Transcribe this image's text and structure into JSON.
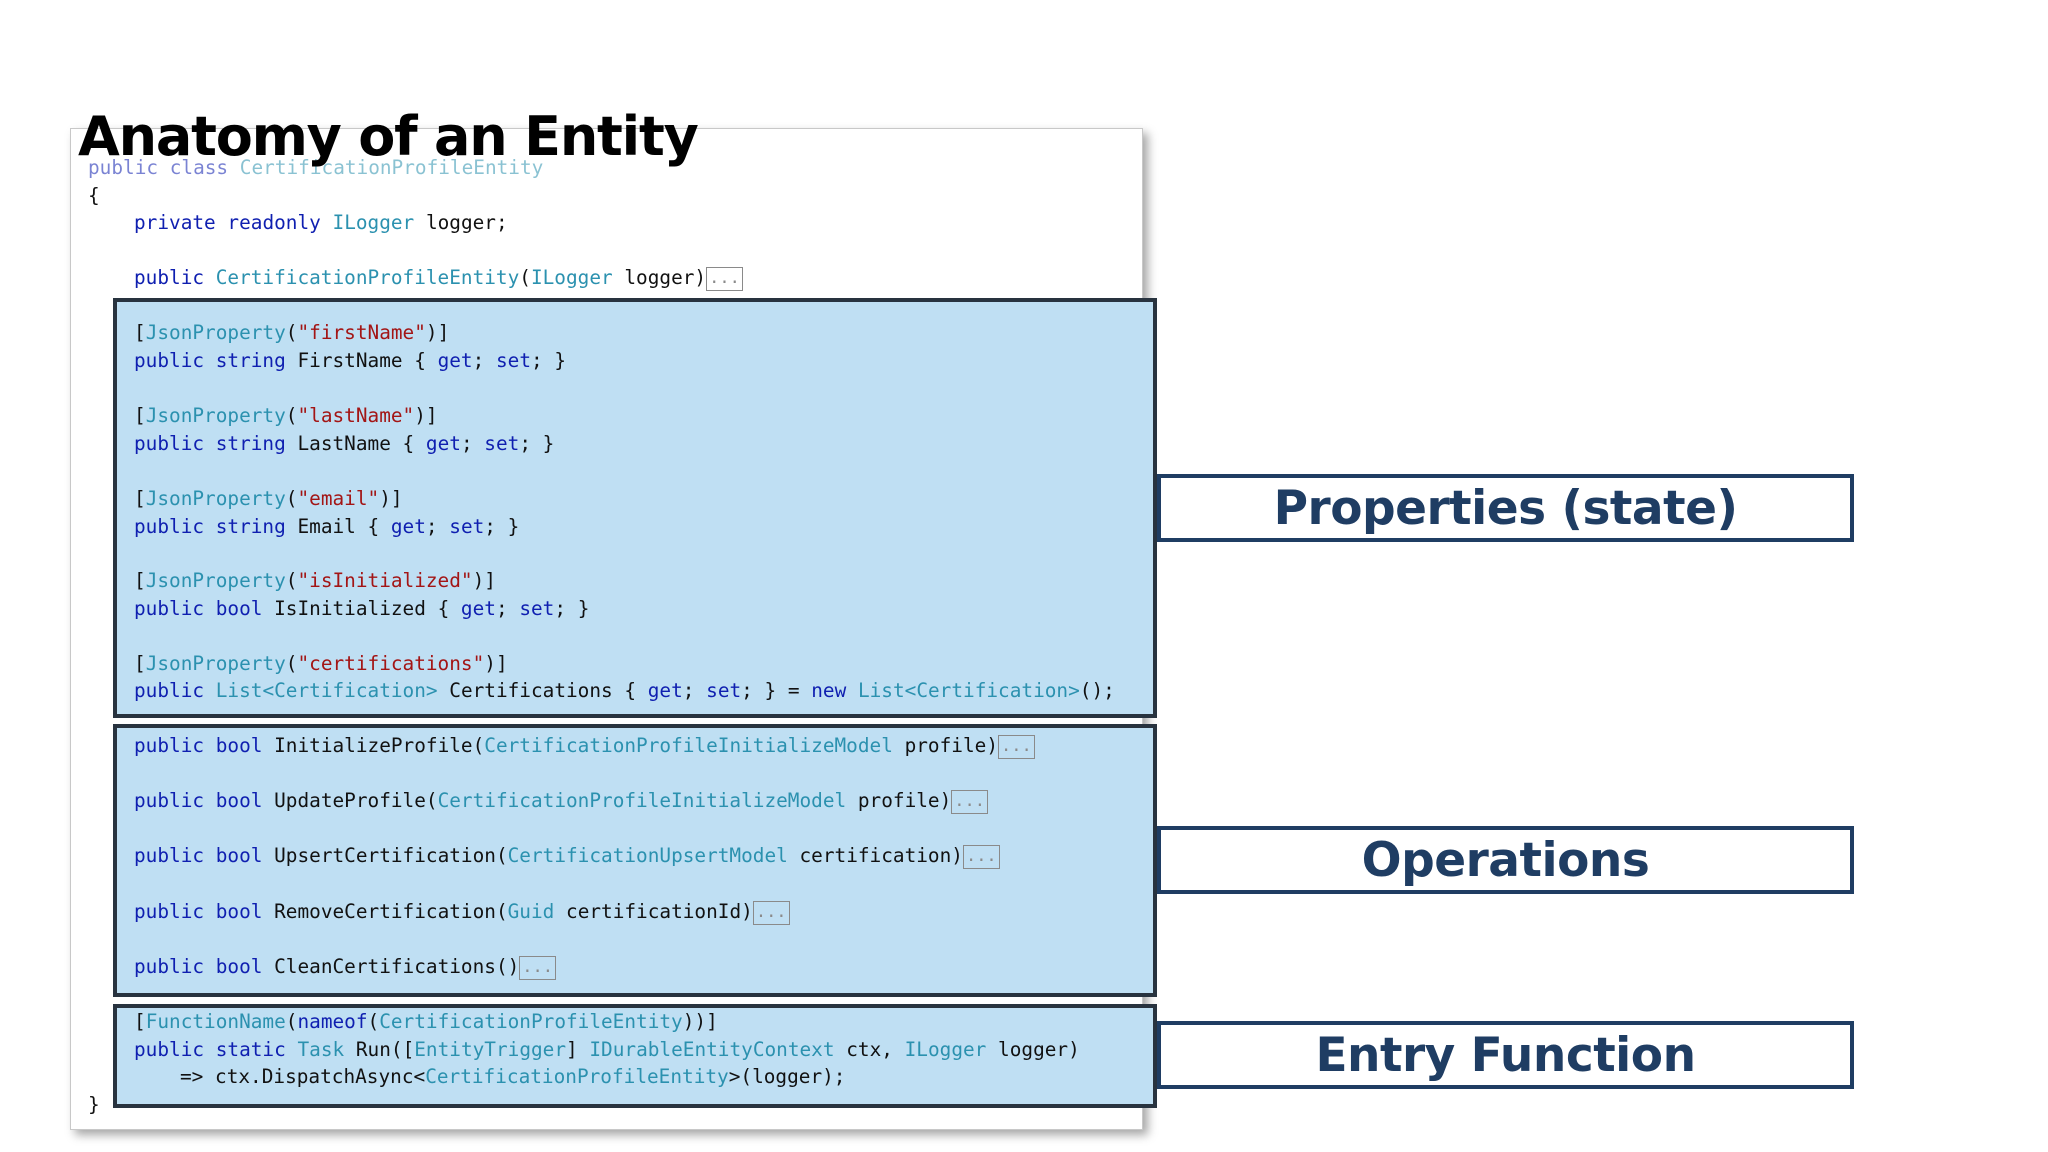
{
  "slide": {
    "title": "Anatomy of an Entity",
    "labels": {
      "properties": "Properties (state)",
      "operations": "Operations",
      "entry": "Entry Function"
    }
  },
  "code": {
    "fold_marker": "...",
    "keywords": {
      "public": "public",
      "class": "class",
      "private": "private",
      "readonly": "readonly",
      "string": "string",
      "bool": "bool",
      "get": "get",
      "set": "set",
      "new": "new",
      "static": "static",
      "nameof": "nameof"
    },
    "types": {
      "entity": "CertificationProfileEntity",
      "ilogger": "ILogger",
      "jsonproperty": "JsonProperty",
      "list": "List",
      "certification": "Certification",
      "init_model": "CertificationProfileInitializeModel",
      "upsert_model": "CertificationUpsertModel",
      "guid": "Guid",
      "function_name": "FunctionName",
      "task": "Task",
      "entity_trigger": "EntityTrigger",
      "context": "IDurableEntityContext"
    },
    "strings": {
      "firstName": "\"firstName\"",
      "lastName": "\"lastName\"",
      "email": "\"email\"",
      "isInitialized": "\"isInitialized\"",
      "certifications": "\"certifications\""
    },
    "identifiers": {
      "logger": "logger",
      "FirstName": "FirstName",
      "LastName": "LastName",
      "Email": "Email",
      "IsInitialized": "IsInitialized",
      "Certifications": "Certifications",
      "InitializeProfile": "InitializeProfile",
      "UpdateProfile": "UpdateProfile",
      "UpsertCertification": "UpsertCertification",
      "RemoveCertification": "RemoveCertification",
      "CleanCertifications": "CleanCertifications",
      "profile": "profile",
      "certification": "certification",
      "certificationId": "certificationId",
      "Run": "Run",
      "ctx": "ctx",
      "DispatchAsync": "ctx.DispatchAsync"
    },
    "punct": {
      "open_brace": "{",
      "close_brace": "}"
    }
  }
}
